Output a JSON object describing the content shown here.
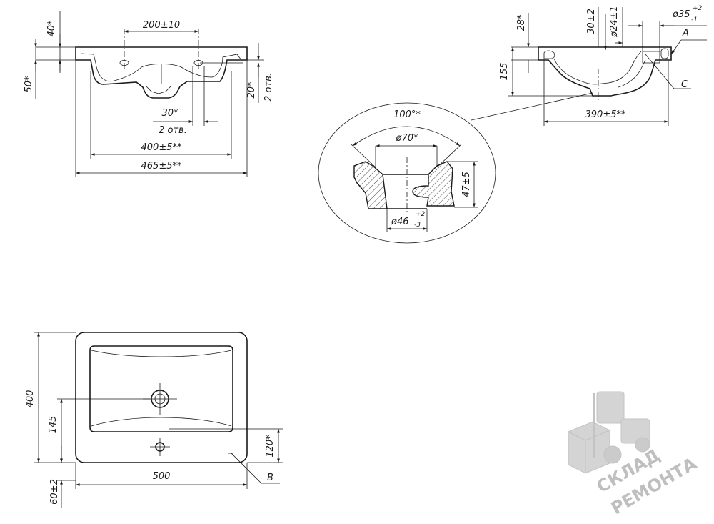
{
  "front_view": {
    "top_height": "40*",
    "side_height": "50*",
    "hole_spacing": "200±10",
    "hole_offset": "30*",
    "hole_count_lower": "2 отв.",
    "hole_depth": "20*",
    "hole_count_right": "2 отв.",
    "inner_width": "400±5**",
    "outer_width": "465±5**"
  },
  "side_view": {
    "rim_height": "28*",
    "drain_offset": "30±2",
    "drain_diam": "ø24±1",
    "overflow_diam": "ø35",
    "overflow_tol_upper": "+2",
    "overflow_tol_lower": "-1",
    "height": "155",
    "depth": "390±5**",
    "label_a": "A",
    "label_c": "C"
  },
  "detail": {
    "angle": "100°*",
    "outer_diam": "ø70*",
    "inner_diam": "ø46",
    "inner_tol_upper": "+2",
    "inner_tol_lower": "-3",
    "height": "47±5"
  },
  "top_view": {
    "depth": "400",
    "drain_position": "145",
    "faucet_position": "120*",
    "width": "500",
    "front_offset": "60±2",
    "label_b": "B"
  },
  "logo": {
    "line1": "СКЛАД",
    "line2": "РЕМОНТА",
    "icon": "forklift-icon"
  }
}
